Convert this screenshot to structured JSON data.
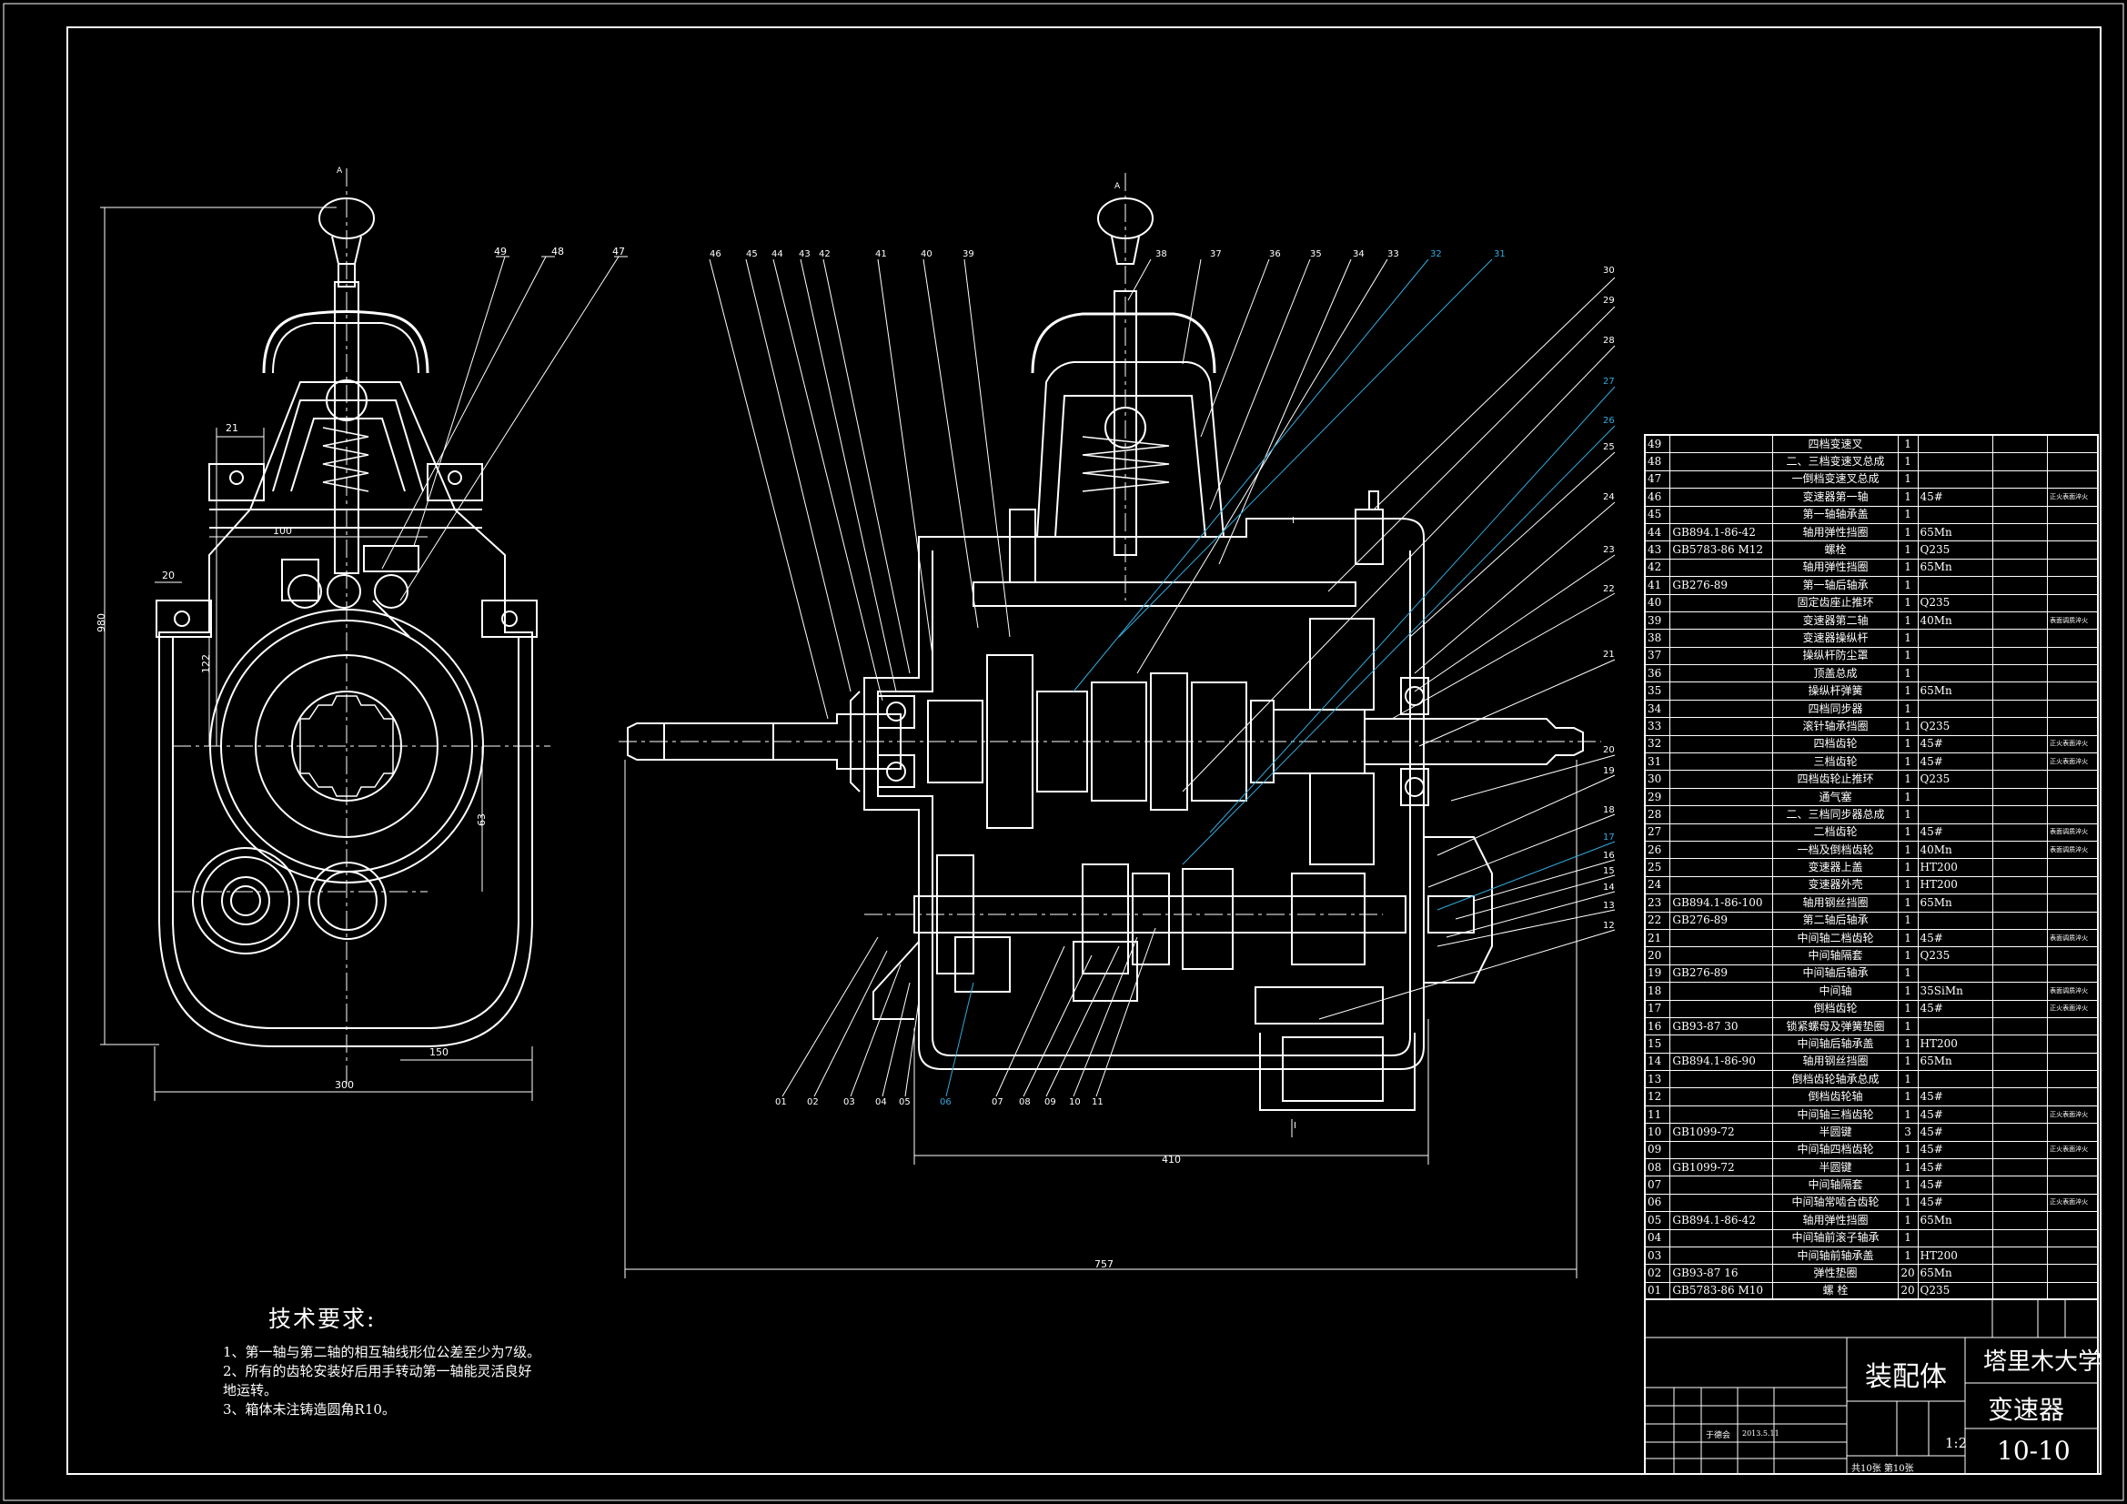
{
  "part_numbers_left": [
    "49",
    "48",
    "47"
  ],
  "part_numbers_main_top": [
    "46",
    "45",
    "44",
    "43",
    "42",
    "41",
    "40",
    "39",
    "38",
    "37",
    "36",
    "35",
    "34",
    "33",
    "32",
    "31"
  ],
  "part_numbers_right": [
    "30",
    "29",
    "28",
    "27",
    "26",
    "25",
    "24",
    "23",
    "22",
    "21",
    "20",
    "19",
    "18",
    "17",
    "16",
    "15",
    "14",
    "13",
    "12"
  ],
  "part_numbers_bottom": [
    "01",
    "02",
    "03",
    "04",
    "05",
    "06",
    "07",
    "08",
    "09",
    "10",
    "11"
  ],
  "dimensions": {
    "d980": "980",
    "d21": "21",
    "d100": "100",
    "d20": "20",
    "d122": "122",
    "d63": "63",
    "d150": "150",
    "d300": "300",
    "d410": "410",
    "d757": "757"
  },
  "section_marks": {
    "a1": "A",
    "a2": "A",
    "i1": "I",
    "i2": "I"
  },
  "parts": [
    {
      "no": "49",
      "code": "",
      "name": "四档变速叉",
      "qty": "1",
      "material": "",
      "note": ""
    },
    {
      "no": "48",
      "code": "",
      "name": "二、三档变速叉总成",
      "qty": "1",
      "material": "",
      "note": ""
    },
    {
      "no": "47",
      "code": "",
      "name": "一倒档变速叉总成",
      "qty": "1",
      "material": "",
      "note": ""
    },
    {
      "no": "46",
      "code": "",
      "name": "变速器第一轴",
      "qty": "1",
      "material": "45#",
      "note": "正火表面淬火"
    },
    {
      "no": "45",
      "code": "",
      "name": "第一轴轴承盖",
      "qty": "1",
      "material": "",
      "note": ""
    },
    {
      "no": "44",
      "code": "GB894.1-86-42",
      "name": "轴用弹性挡圈",
      "qty": "1",
      "material": "65Mn",
      "note": ""
    },
    {
      "no": "43",
      "code": "GB5783-86 M12",
      "name": "螺栓",
      "qty": "1",
      "material": "Q235",
      "note": ""
    },
    {
      "no": "42",
      "code": "",
      "name": "轴用弹性挡圈",
      "qty": "1",
      "material": "65Mn",
      "note": ""
    },
    {
      "no": "41",
      "code": "GB276-89",
      "name": "第一轴后轴承",
      "qty": "1",
      "material": "",
      "note": ""
    },
    {
      "no": "40",
      "code": "",
      "name": "固定齿座止推环",
      "qty": "1",
      "material": "Q235",
      "note": ""
    },
    {
      "no": "39",
      "code": "",
      "name": "变速器第二轴",
      "qty": "1",
      "material": "40Mn",
      "note": "表面调质淬火"
    },
    {
      "no": "38",
      "code": "",
      "name": "变速器操纵杆",
      "qty": "1",
      "material": "",
      "note": ""
    },
    {
      "no": "37",
      "code": "",
      "name": "操纵杆防尘罩",
      "qty": "1",
      "material": "",
      "note": ""
    },
    {
      "no": "36",
      "code": "",
      "name": "顶盖总成",
      "qty": "1",
      "material": "",
      "note": ""
    },
    {
      "no": "35",
      "code": "",
      "name": "操纵杆弹簧",
      "qty": "1",
      "material": "65Mn",
      "note": ""
    },
    {
      "no": "34",
      "code": "",
      "name": "四档同步器",
      "qty": "1",
      "material": "",
      "note": ""
    },
    {
      "no": "33",
      "code": "",
      "name": "滚针轴承挡圈",
      "qty": "1",
      "material": "Q235",
      "note": ""
    },
    {
      "no": "32",
      "code": "",
      "name": "四档齿轮",
      "qty": "1",
      "material": "45#",
      "note": "正火表面淬火"
    },
    {
      "no": "31",
      "code": "",
      "name": "三档齿轮",
      "qty": "1",
      "material": "45#",
      "note": "正火表面淬火"
    },
    {
      "no": "30",
      "code": "",
      "name": "四档齿轮止推环",
      "qty": "1",
      "material": "Q235",
      "note": ""
    },
    {
      "no": "29",
      "code": "",
      "name": "通气塞",
      "qty": "1",
      "material": "",
      "note": ""
    },
    {
      "no": "28",
      "code": "",
      "name": "二、三档同步器总成",
      "qty": "1",
      "material": "",
      "note": ""
    },
    {
      "no": "27",
      "code": "",
      "name": "二档齿轮",
      "qty": "1",
      "material": "45#",
      "note": "表面调质淬火"
    },
    {
      "no": "26",
      "code": "",
      "name": "一档及倒档齿轮",
      "qty": "1",
      "material": "40Mn",
      "note": "表面调质淬火"
    },
    {
      "no": "25",
      "code": "",
      "name": "变速器上盖",
      "qty": "1",
      "material": "HT200",
      "note": ""
    },
    {
      "no": "24",
      "code": "",
      "name": "变速器外壳",
      "qty": "1",
      "material": "HT200",
      "note": ""
    },
    {
      "no": "23",
      "code": "GB894.1-86-100",
      "name": "轴用钢丝挡圈",
      "qty": "1",
      "material": "65Mn",
      "note": ""
    },
    {
      "no": "22",
      "code": "GB276-89",
      "name": "第二轴后轴承",
      "qty": "1",
      "material": "",
      "note": ""
    },
    {
      "no": "21",
      "code": "",
      "name": "中间轴二档齿轮",
      "qty": "1",
      "material": "45#",
      "note": "表面调质淬火"
    },
    {
      "no": "20",
      "code": "",
      "name": "中间轴隔套",
      "qty": "1",
      "material": "Q235",
      "note": ""
    },
    {
      "no": "19",
      "code": "GB276-89",
      "name": "中间轴后轴承",
      "qty": "1",
      "material": "",
      "note": ""
    },
    {
      "no": "18",
      "code": "",
      "name": "中间轴",
      "qty": "1",
      "material": "35SiMn",
      "note": "表面调质淬火"
    },
    {
      "no": "17",
      "code": "",
      "name": "倒档齿轮",
      "qty": "1",
      "material": "45#",
      "note": "正火表面淬火"
    },
    {
      "no": "16",
      "code": "GB93-87  30",
      "name": "锁紧螺母及弹簧垫圈",
      "qty": "1",
      "material": "",
      "note": ""
    },
    {
      "no": "15",
      "code": "",
      "name": "中间轴后轴承盖",
      "qty": "1",
      "material": "HT200",
      "note": ""
    },
    {
      "no": "14",
      "code": "GB894.1-86-90",
      "name": "轴用钢丝挡圈",
      "qty": "1",
      "material": "65Mn",
      "note": ""
    },
    {
      "no": "13",
      "code": "",
      "name": "倒档齿轮轴承总成",
      "qty": "1",
      "material": "",
      "note": ""
    },
    {
      "no": "12",
      "code": "",
      "name": "倒档齿轮轴",
      "qty": "1",
      "material": "45#",
      "note": ""
    },
    {
      "no": "11",
      "code": "",
      "name": "中间轴三档齿轮",
      "qty": "1",
      "material": "45#",
      "note": "正火表面淬火"
    },
    {
      "no": "10",
      "code": "GB1099-72",
      "name": "半圆键",
      "qty": "3",
      "material": "45#",
      "note": ""
    },
    {
      "no": "09",
      "code": "",
      "name": "中间轴四档齿轮",
      "qty": "1",
      "material": "45#",
      "note": "正火表面淬火"
    },
    {
      "no": "08",
      "code": "GB1099-72",
      "name": "半圆键",
      "qty": "1",
      "material": "45#",
      "note": ""
    },
    {
      "no": "07",
      "code": "",
      "name": "中间轴隔套",
      "qty": "1",
      "material": "45#",
      "note": ""
    },
    {
      "no": "06",
      "code": "",
      "name": "中间轴常啮合齿轮",
      "qty": "1",
      "material": "45#",
      "note": "正火表面淬火"
    },
    {
      "no": "05",
      "code": "GB894.1-86-42",
      "name": "轴用弹性挡圈",
      "qty": "1",
      "material": "65Mn",
      "note": ""
    },
    {
      "no": "04",
      "code": "",
      "name": "中间轴前滚子轴承",
      "qty": "1",
      "material": "",
      "note": ""
    },
    {
      "no": "03",
      "code": "",
      "name": "中间轴前轴承盖",
      "qty": "1",
      "material": "HT200",
      "note": ""
    },
    {
      "no": "02",
      "code": "GB93-87  16",
      "name": "弹性垫圈",
      "qty": "20",
      "material": "65Mn",
      "note": ""
    },
    {
      "no": "01",
      "code": "GB5783-86 M10",
      "name": "螺  栓",
      "qty": "20",
      "material": "Q235",
      "note": ""
    }
  ],
  "tech_requirements": {
    "title": "技术要求:",
    "items": [
      "1、第一轴与第二轴的相互轴线形位公差至少为7级。",
      "2、所有的齿轮安装好后用手转动第一轴能灵活良好",
      "地运转。",
      "3、箱体未注铸造圆角R10。"
    ]
  },
  "title_block": {
    "assembly": "装配体",
    "university": "塔里木大学",
    "drawing_name": "变速器",
    "drawing_no": "10-10",
    "scale": "1:2",
    "sheets": "共10张  第10张",
    "designer": "于德会",
    "date": "2013.5.11"
  }
}
